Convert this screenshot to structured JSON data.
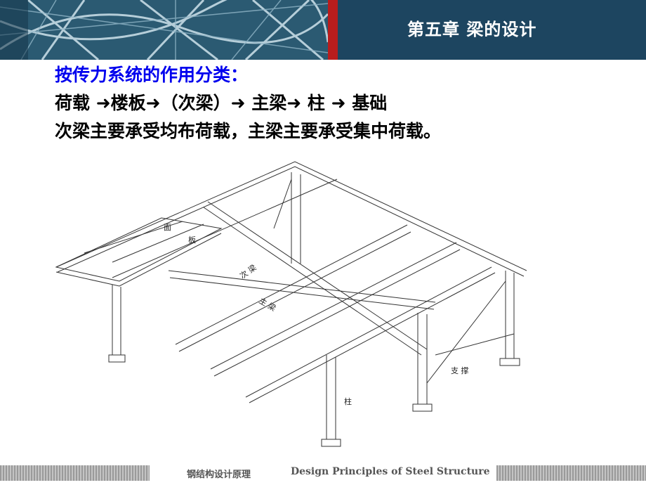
{
  "header": {
    "chapter_title": "第五章  梁的设计"
  },
  "content": {
    "line1": "按传力系统的作用分类：",
    "line2": "荷载  ➜楼板➜（次梁）➜  主梁➜  柱  ➜  基础",
    "line3": "次梁主要承受均布荷载，主梁主要承受集中荷载。"
  },
  "diagram": {
    "labels": {
      "panel_1": "面",
      "panel_2": "板",
      "secondary_beam": "次 梁",
      "main_beam": "主 梁",
      "bracing": "支 撑",
      "column": "柱"
    }
  },
  "footer": {
    "chinese_title": "钢结构设计原理",
    "english_title": "Design Principles of Steel Structure"
  },
  "colors": {
    "banner": "#1d4560",
    "accent_red": "#b81d1d",
    "heading_blue": "#0000ee"
  }
}
